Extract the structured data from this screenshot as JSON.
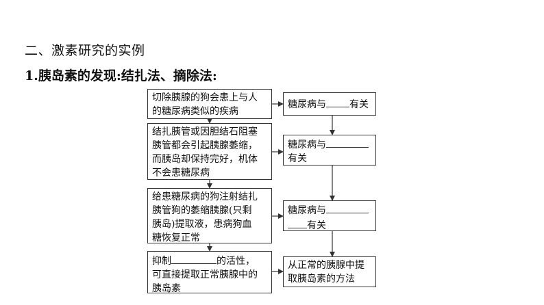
{
  "heading": "二、激素研究的实例",
  "subheading": "1.胰岛素的发现:结扎法、摘除法:",
  "left_boxes": [
    {
      "lines": [
        "切除胰腺的狗会患上与人",
        "的糖尿病类似的疾病"
      ]
    },
    {
      "lines": [
        "结扎胰管或因胆结石阻塞",
        "胰管都会引起胰腺萎缩，",
        "而胰岛却保持完好，机体",
        "不会患糖尿病"
      ]
    },
    {
      "lines": [
        "给患糖尿病的狗注射结扎",
        "胰管狗的萎缩胰腺(只剩",
        "胰岛)提取液，患病狗血",
        "糖恢复正常"
      ]
    },
    {
      "pre": "抑制",
      "post": "的活性，",
      "lines": [
        "可直接提取正常胰腺中的",
        "胰岛素"
      ]
    }
  ],
  "right_boxes": [
    {
      "pre": "糖尿病与",
      "post": "有关"
    },
    {
      "pre": "糖尿病与",
      "line2_post": "有关"
    },
    {
      "pre": "糖尿病与",
      "line2_post": "有关"
    },
    {
      "lines": [
        "从正常的胰腺中提",
        "取胰岛素的方法"
      ]
    }
  ]
}
